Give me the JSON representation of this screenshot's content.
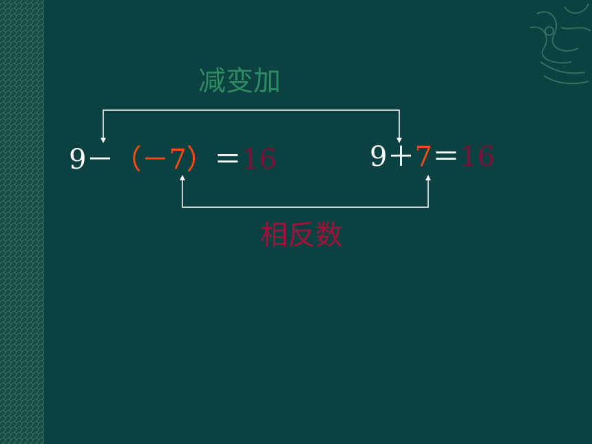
{
  "top_label": "减变加",
  "bottom_label": "相反数",
  "left_equation": {
    "a": "9",
    "op": "－",
    "paren_expr": "（－7）",
    "eq": "＝",
    "result": "16"
  },
  "right_equation": {
    "a": "9",
    "op": "＋",
    "b": "7",
    "eq": "＝",
    "result": "16"
  },
  "colors": {
    "background": "#0c4141",
    "text": "#ffffff",
    "highlight": "#ff4a12",
    "result": "#7a1238",
    "top_label": "#2e8a62",
    "bottom_label": "#a0123a"
  }
}
